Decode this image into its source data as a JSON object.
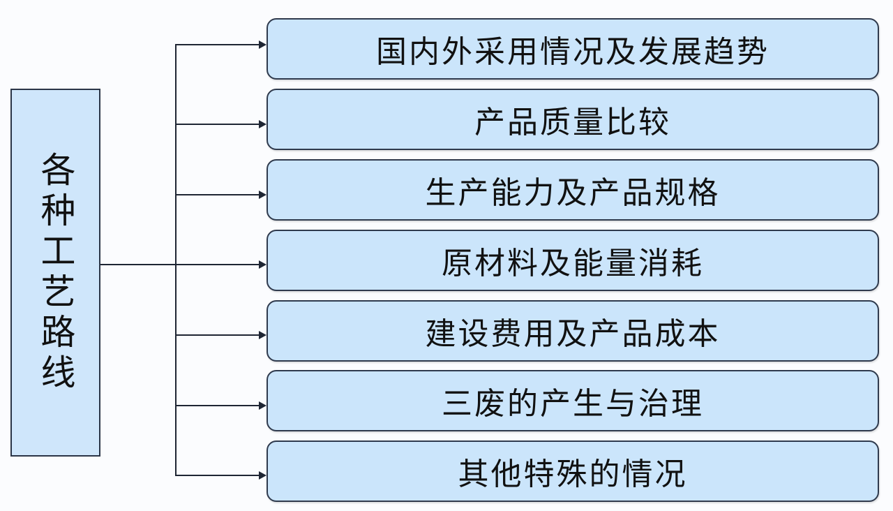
{
  "diagram": {
    "root": {
      "label": "各种工艺路线"
    },
    "items": [
      {
        "label": "国内外采用情况及发展趋势"
      },
      {
        "label": "产品质量比较"
      },
      {
        "label": "生产能力及产品规格"
      },
      {
        "label": "原材料及能量消耗"
      },
      {
        "label": "建设费用及产品成本"
      },
      {
        "label": "三废的产生与治理"
      },
      {
        "label": "其他特殊的情况"
      }
    ],
    "colors": {
      "box_fill": "#cbe5fb",
      "box_border": "#2f3a4d",
      "connector": "#1e2533",
      "background": "#fbfcfe"
    }
  }
}
